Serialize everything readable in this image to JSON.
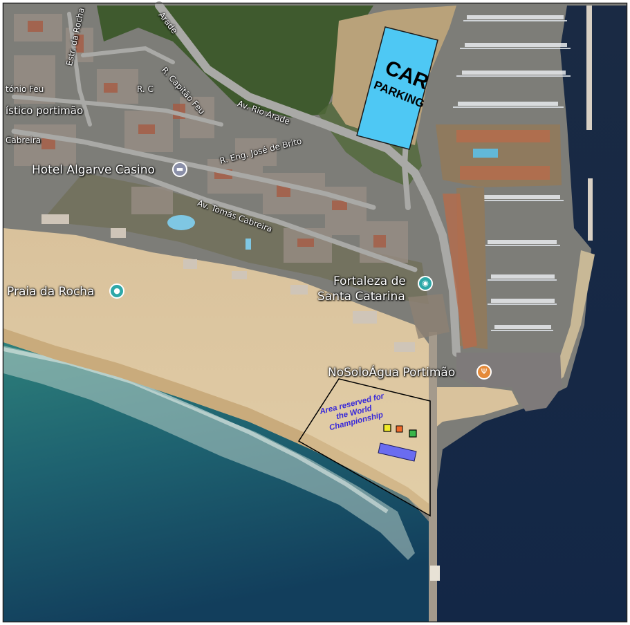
{
  "labels": {
    "car_parking_big": "CAR",
    "car_parking_small": "PARKING",
    "world_championship_area": "Area reserved for the World Championship",
    "streets": {
      "estr_da_rocha": "Estr. da Rocha",
      "r_capitao_feu": "R. Capitão Feu",
      "r_c": "R. C",
      "av_rio_arade": "Av. Rio Arade",
      "r_eng_jose_de_brito": "R. Eng. José de Brito",
      "av_tomas_cabreira": "Av. Tomás Cabreira",
      "cabreira": "Cabreira",
      "tonio_feu": "tónio Feu",
      "arade": "Arade",
      "istico_portimao": "ístico portimão"
    },
    "pois": {
      "hotel": "Hotel Algarve Casino",
      "praia": "Praia da Rocha",
      "fortaleza_line1": "Fortaleza de",
      "fortaleza_line2": "Santa Catarina",
      "restaurant": "NoSoloÁgua Portimão"
    }
  },
  "icons": {
    "hotel": "bed-icon",
    "praia": "beach-pin-icon",
    "fortaleza": "camera-icon",
    "restaurant": "fork-knife-icon"
  },
  "colors": {
    "parking_fill": "#4ec8f4",
    "zone_blue": "#6a6cf0",
    "zone_yellow": "#f1ea2a",
    "zone_orange": "#f06a2a",
    "zone_green": "#3ab54a",
    "wc_text": "#3a2ad8",
    "poi_pin_gray": "#8a8fa8",
    "poi_pin_teal": "#2ea8a8",
    "poi_pin_orange": "#e58a3a"
  }
}
